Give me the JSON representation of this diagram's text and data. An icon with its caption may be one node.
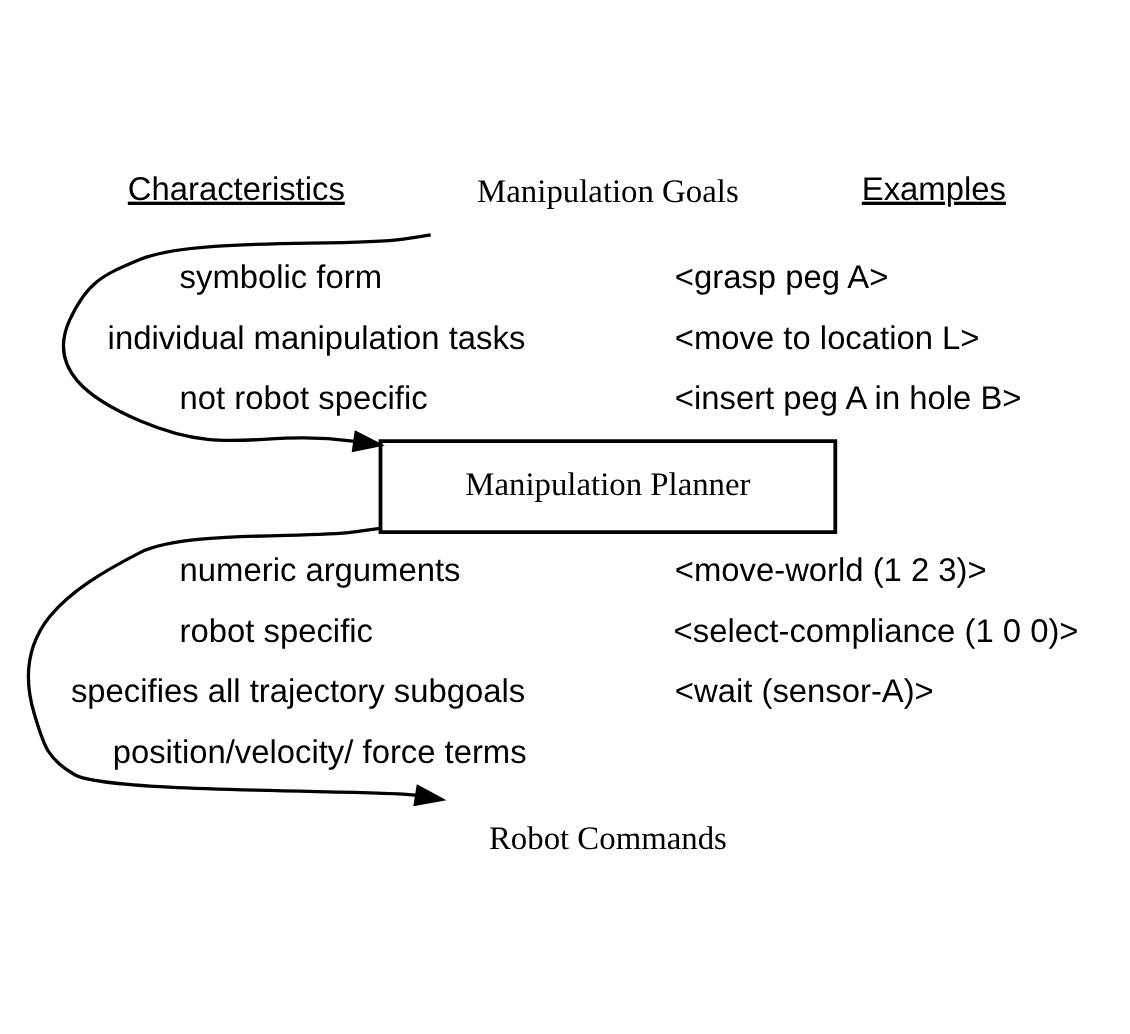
{
  "diagram": {
    "nodes": [
      {
        "text": [
          "Manipulation Goals"
        ]
      },
      {
        "text": [
          "Manipulation Planner"
        ]
      },
      {
        "text": [
          "Robot Commands"
        ]
      }
    ],
    "edges": [
      {
        "from": 0,
        "to": 1,
        "arrow": "to"
      },
      {
        "from": 1,
        "to": 2,
        "arrow": "to"
      }
    ],
    "labels": [
      "Characteristics",
      "Examples",
      "symbolic form",
      "individual manipulation tasks",
      "not robot specific",
      "<grasp peg A>",
      "<move to location L>",
      "<insert peg A in hole B>",
      "numeric arguments",
      "robot specific",
      "specifies all trajectory subgoals",
      "position/velocity/ force terms",
      "<move-world (1 2 3)>",
      "<select-compliance (1 0 0)>",
      "<wait (sensor-A)>"
    ]
  }
}
